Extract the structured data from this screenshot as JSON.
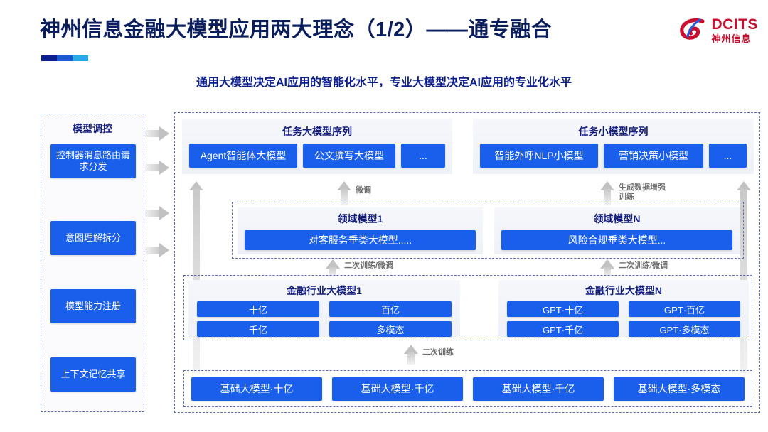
{
  "header": {
    "title": "神州信息金融大模型应用两大理念（1/2）——通专融合",
    "subtitle": "通用大模型决定AI应用的智能化水平，专业大模型决定AI应用的专业化水平",
    "logo_en": "DCITS",
    "logo_cn": "神州信息",
    "accent_navy": "#0a1e5e",
    "accent_blue": "#1a5fec",
    "accent_red": "#c8102e"
  },
  "sidebar": {
    "title": "模型调控",
    "items": [
      {
        "label": "控制器消息路由请求分发"
      },
      {
        "label": "意图理解拆分"
      },
      {
        "label": "模型能力注册"
      },
      {
        "label": "上下文记忆共享"
      }
    ]
  },
  "task_groups": [
    {
      "title": "任务大模型序列",
      "items": [
        "Agent智能体大模型",
        "公文撰写大模型",
        "..."
      ]
    },
    {
      "title": "任务小模型序列",
      "items": [
        "智能外呼NLP小模型",
        "营销决策小模型",
        "..."
      ]
    }
  ],
  "domain_groups": [
    {
      "title": "领域模型1",
      "item": "对客服务垂类大模型....."
    },
    {
      "title": "领域模型N",
      "item": "风险合规垂类大模型..."
    }
  ],
  "industry_groups": [
    {
      "title": "金融行业大模型1",
      "items": [
        "十亿",
        "百亿",
        "千亿",
        "多模态"
      ]
    },
    {
      "title": "金融行业大模型N",
      "items": [
        "GPT·十亿",
        "GPT·百亿",
        "GPT·千亿",
        "GPT·多模态"
      ]
    }
  ],
  "base_models": [
    "基础大模型·十亿",
    "基础大模型·千亿",
    "基础大模型·千亿",
    "基础大模型·多模态"
  ],
  "arrow_labels": {
    "finetune": "微调",
    "data_aug": "生成数据增强\n训练",
    "retrain_finetune_left": "二次训练/微调",
    "retrain_finetune_right": "二次训练/微调",
    "retrain": "二次训练"
  }
}
